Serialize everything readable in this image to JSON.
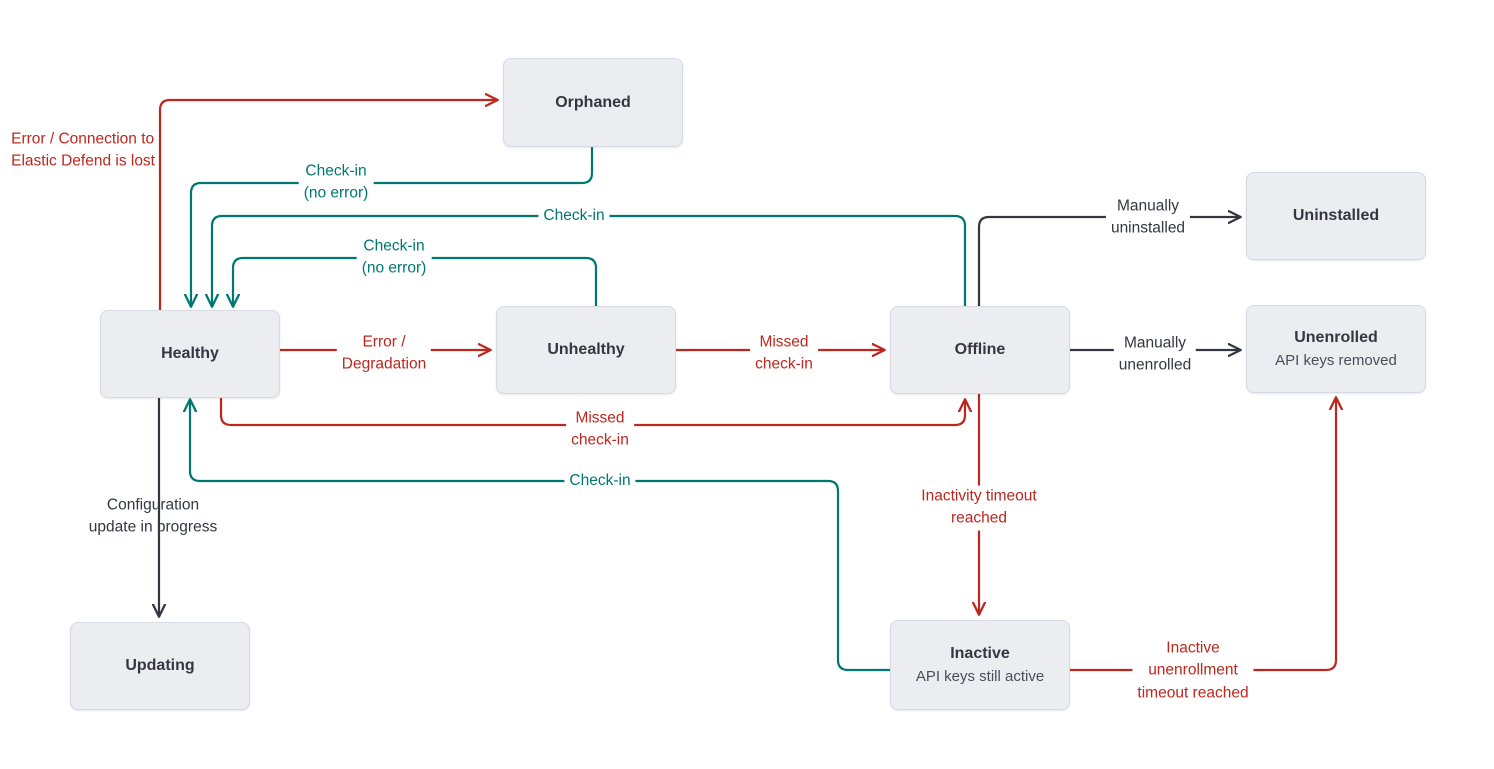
{
  "diagram": {
    "title": "Elastic Agent status state diagram",
    "colors": {
      "node_fill": "#ECEDF0",
      "node_border": "#D6DAE3",
      "node_text": "#343741",
      "red": "#BD271E",
      "green": "#007871",
      "black": "#343741",
      "background": "#FFFFFF"
    }
  },
  "nodes": [
    {
      "id": "orphaned",
      "title": "Orphaned",
      "subtitle": ""
    },
    {
      "id": "healthy",
      "title": "Healthy",
      "subtitle": ""
    },
    {
      "id": "unhealthy",
      "title": "Unhealthy",
      "subtitle": ""
    },
    {
      "id": "offline",
      "title": "Offline",
      "subtitle": ""
    },
    {
      "id": "uninstalled",
      "title": "Uninstalled",
      "subtitle": ""
    },
    {
      "id": "unenrolled",
      "title": "Unenrolled",
      "subtitle": "API keys removed"
    },
    {
      "id": "inactive",
      "title": "Inactive",
      "subtitle": "API keys still active"
    },
    {
      "id": "updating",
      "title": "Updating",
      "subtitle": ""
    }
  ],
  "edges": [
    {
      "id": "healthy-to-orphaned",
      "from": "healthy",
      "to": "orphaned",
      "label": "Error / Connection to\nElastic Defend is lost",
      "color": "red"
    },
    {
      "id": "orphaned-to-healthy",
      "from": "orphaned",
      "to": "healthy",
      "label": "Check-in\n(no error)",
      "color": "green"
    },
    {
      "id": "offline-to-healthy",
      "from": "offline",
      "to": "healthy",
      "label": "Check-in",
      "color": "green"
    },
    {
      "id": "unhealthy-to-healthy",
      "from": "unhealthy",
      "to": "healthy",
      "label": "Check-in\n(no error)",
      "color": "green"
    },
    {
      "id": "healthy-to-unhealthy",
      "from": "healthy",
      "to": "unhealthy",
      "label": "Error /\nDegradation",
      "color": "red"
    },
    {
      "id": "unhealthy-to-offline",
      "from": "unhealthy",
      "to": "offline",
      "label": "Missed\ncheck-in",
      "color": "red"
    },
    {
      "id": "healthy-to-offline",
      "from": "healthy",
      "to": "offline",
      "label": "Missed\ncheck-in",
      "color": "red"
    },
    {
      "id": "inactive-to-healthy",
      "from": "inactive",
      "to": "healthy",
      "label": "Check-in",
      "color": "green"
    },
    {
      "id": "offline-to-uninstalled",
      "from": "offline",
      "to": "uninstalled",
      "label": "Manually\nuninstalled",
      "color": "black"
    },
    {
      "id": "offline-to-unenrolled",
      "from": "offline",
      "to": "unenrolled",
      "label": "Manually\nunenrolled",
      "color": "black"
    },
    {
      "id": "offline-to-inactive",
      "from": "offline",
      "to": "inactive",
      "label": "Inactivity timeout\nreached",
      "color": "red"
    },
    {
      "id": "inactive-to-unenrolled",
      "from": "inactive",
      "to": "unenrolled",
      "label": "Inactive\nunenrollment\ntimeout reached",
      "color": "red"
    },
    {
      "id": "healthy-to-updating",
      "from": "healthy",
      "to": "updating",
      "label": "Configuration\nupdate in progress",
      "color": "black"
    }
  ],
  "labels": {
    "error_connection": "Error / Connection to\nElastic Defend is lost",
    "checkin_no_error_1": "Check-in\n(no error)",
    "checkin_top": "Check-in",
    "checkin_no_error_2": "Check-in\n(no error)",
    "error_degradation": "Error /\nDegradation",
    "missed_checkin_1": "Missed\ncheck-in",
    "missed_checkin_2": "Missed\ncheck-in",
    "checkin_bottom": "Check-in",
    "manually_uninstalled": "Manually\nuninstalled",
    "manually_unenrolled": "Manually\nunenrolled",
    "inactivity_timeout": "Inactivity timeout\nreached",
    "inactive_unenrollment": "Inactive\nunenrollment\ntimeout reached",
    "configuration_update": "Configuration\nupdate in progress"
  }
}
